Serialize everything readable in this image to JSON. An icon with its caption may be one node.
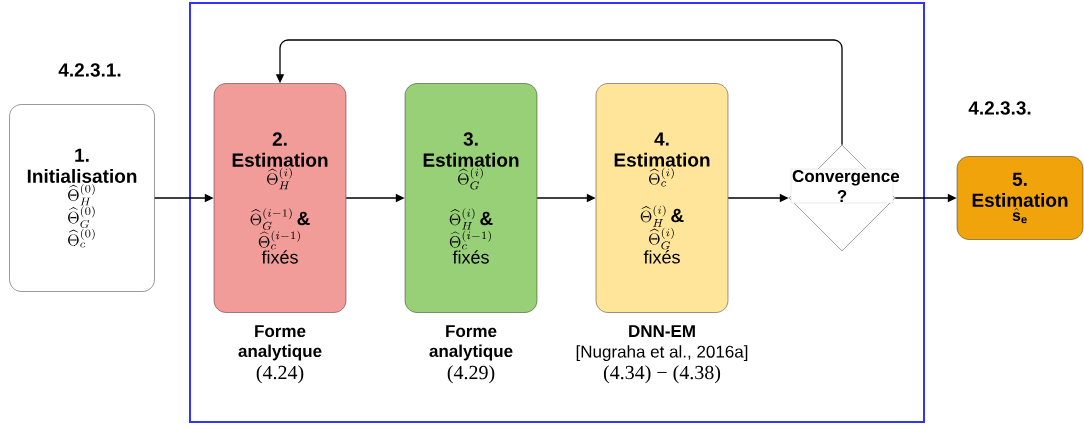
{
  "diagram": {
    "nodes": [
      {
        "text": [],
        "shape": "box"
      },
      {
        "text": [
          "1. Initialisation",
          "\\widehat{\\Theta}^{(0)}_{H}",
          "\\widehat{\\Theta}^{(0)}_{G}",
          "\\widehat{\\Theta}^{(0)}_{c}"
        ]
      },
      {
        "text": [
          "2. Estimation",
          "\\widehat{\\Theta}^{(i)}_{H}",
          "\\widehat{\\Theta}^{(i-1)}_{G}",
          "&",
          "\\widehat{\\Theta}^{(i-1)}_{c}",
          "fixés"
        ],
        "beside": [
          "Forme analytique",
          "(4.24)"
        ],
        "in": 0
      },
      {
        "text": [
          "3. Estimation",
          "\\widehat{\\Theta}^{(i)}_{G}",
          "\\widehat{\\Theta}^{(i)}_{H}",
          "&",
          "\\widehat{\\Theta}^{(i-1)}_{c}",
          "fixés"
        ],
        "beside": [
          "Forme analytique",
          "(4.29)"
        ],
        "in": 0
      },
      {
        "text": [
          "4. Estimation",
          "\\widehat{\\Theta}^{(i)}_{c}",
          "\\widehat{\\Theta}^{(i)}_{H}",
          "&",
          "\\widehat{\\Theta}^{(i)}_{G}",
          "fixés"
        ],
        "beside": [
          "DNN-EM",
          "[Nugraha et al., 2016a]",
          "(4.34) − (4.38)"
        ],
        "in": 0
      },
      {
        "text": [
          "Convergence ?"
        ],
        "in": 0
      },
      {
        "text": [
          "5. Estimation",
          "\\hat{\\mathbf{s}}_{\\mathbf{e}}"
        ]
      }
    ],
    "edges": [
      {
        "from": 1,
        "to": 2,
        "arrow": "to"
      },
      {
        "from": 2,
        "to": 3,
        "arrow": "to"
      },
      {
        "from": 3,
        "to": 4,
        "arrow": "to"
      },
      {
        "from": 4,
        "to": 5,
        "arrow": "to"
      },
      {
        "from": 5,
        "to": 6,
        "arrow": "to"
      },
      {
        "from": 5,
        "to": 2,
        "arrow": "to"
      }
    ],
    "labels": [
      "4.2.3.1.",
      "4.2.3.3."
    ]
  }
}
